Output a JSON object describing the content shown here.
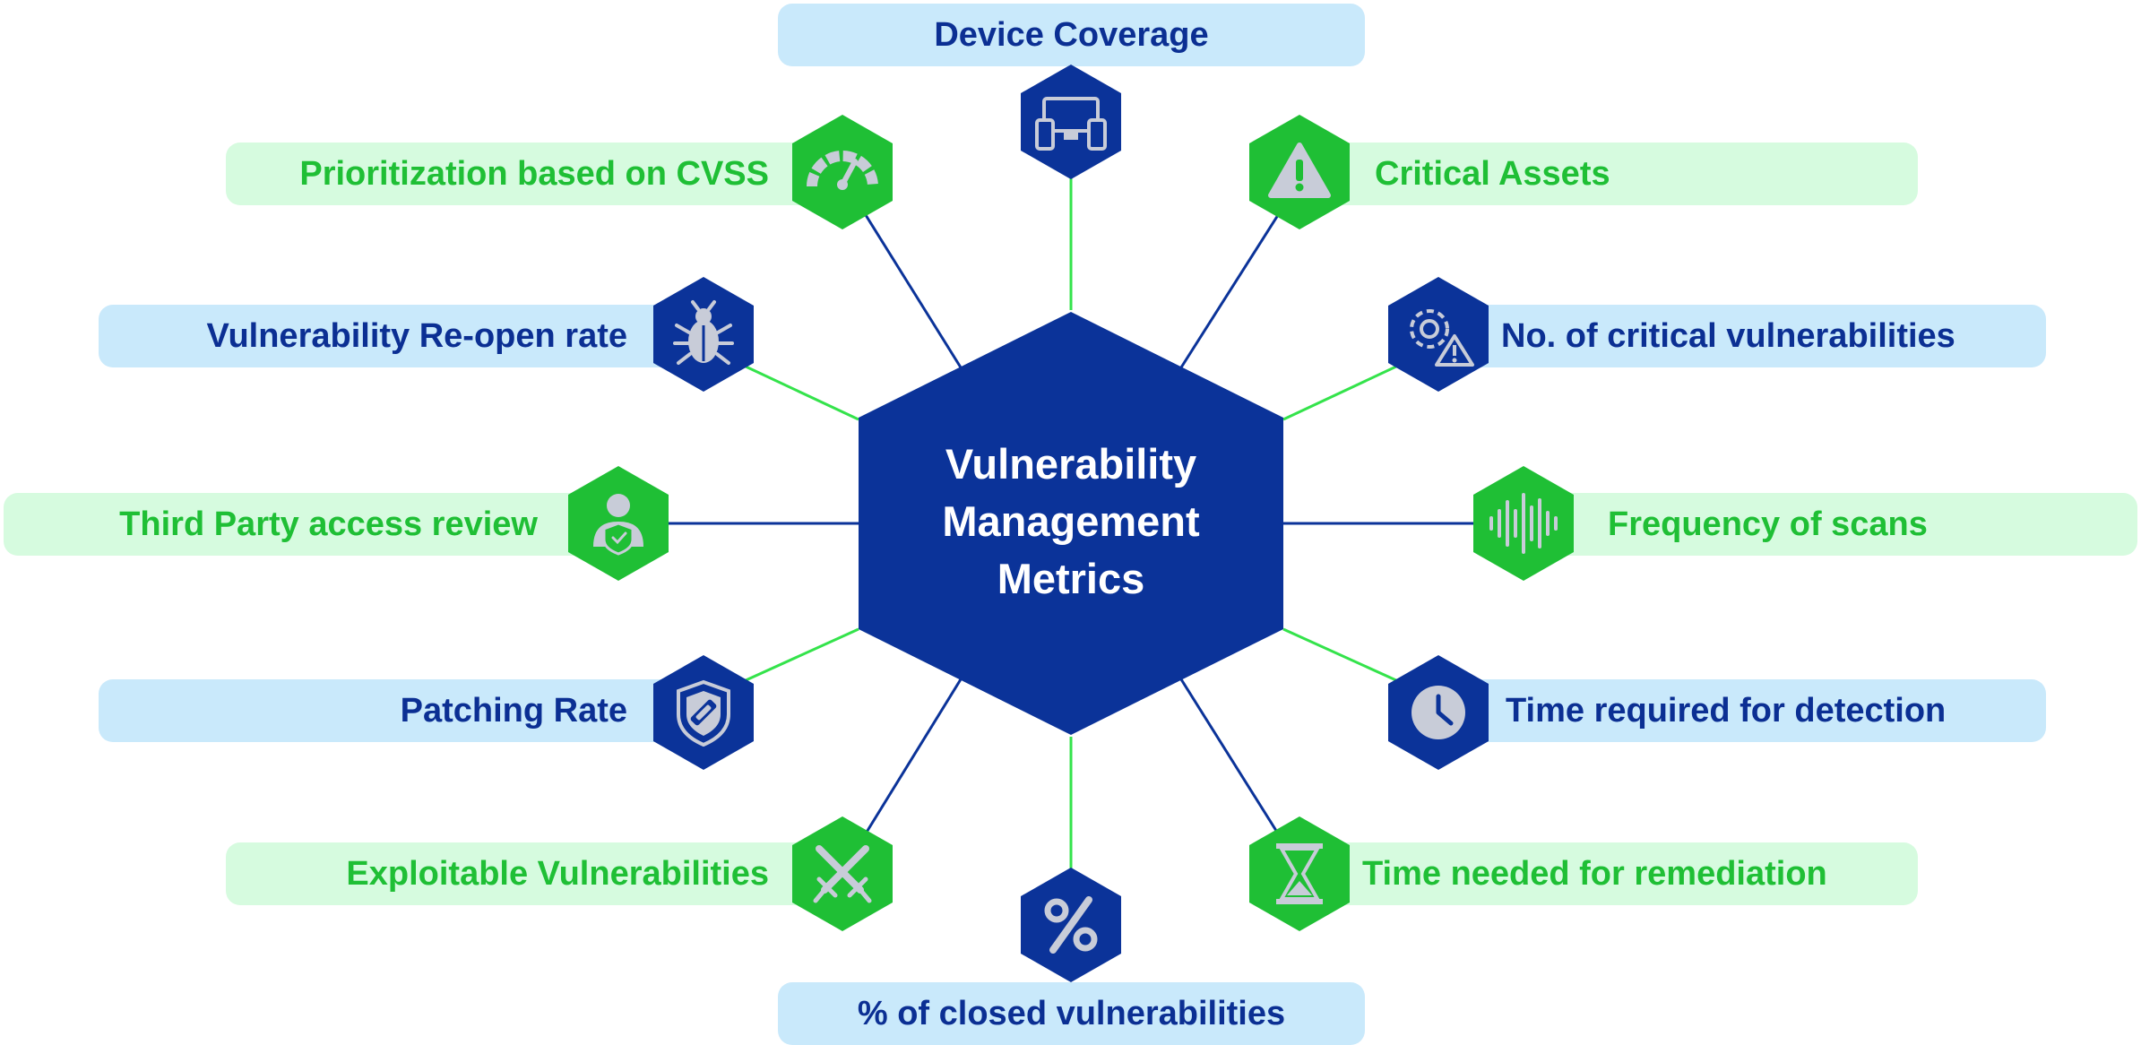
{
  "center": {
    "lines": [
      "Vulnerability",
      "Management",
      "Metrics"
    ]
  },
  "colors": {
    "navy": "#0b3399",
    "green": "#1fbf35",
    "blue_pill": "#c9e9fb",
    "green_pill": "#d6fbdf",
    "icon_fill": "#c8ccd8"
  },
  "metrics": [
    {
      "label": "Device Coverage",
      "icon": "devices-icon",
      "theme": "blue"
    },
    {
      "label": "Critical Assets",
      "icon": "warning-icon",
      "theme": "green"
    },
    {
      "label": "No. of critical vulnerabilities",
      "icon": "gear-warning-icon",
      "theme": "blue"
    },
    {
      "label": "Frequency of scans",
      "icon": "sound-wave-icon",
      "theme": "green"
    },
    {
      "label": "Time required for detection",
      "icon": "clock-icon",
      "theme": "blue"
    },
    {
      "label": "Time needed for remediation",
      "icon": "hourglass-icon",
      "theme": "green"
    },
    {
      "label": "% of closed vulnerabilities",
      "icon": "percent-icon",
      "theme": "blue"
    },
    {
      "label": "Exploitable Vulnerabilities",
      "icon": "crossed-swords-icon",
      "theme": "green"
    },
    {
      "label": "Patching Rate",
      "icon": "shield-patch-icon",
      "theme": "blue"
    },
    {
      "label": "Third Party access review",
      "icon": "user-shield-icon",
      "theme": "green"
    },
    {
      "label": "Vulnerability Re-open rate",
      "icon": "bug-icon",
      "theme": "blue"
    },
    {
      "label": "Prioritization based on CVSS",
      "icon": "gauge-icon",
      "theme": "green"
    }
  ]
}
